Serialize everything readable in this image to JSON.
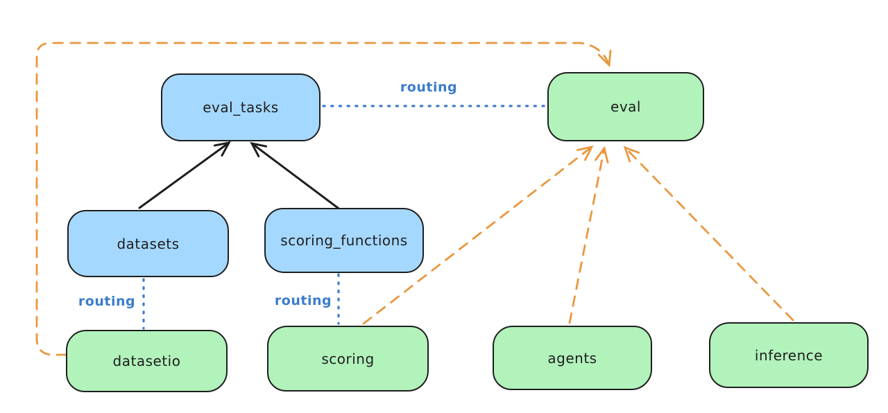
{
  "diagram": {
    "kind": "architecture-diagram",
    "background": "#ffffff",
    "colors": {
      "node_stroke": "#1e1e1e",
      "blue_node_fill": "#a5d8ff",
      "green_node_fill": "#b2f2bb",
      "routing_text": "#3b7ccc",
      "routing_dotted_line": "#3f7bcf",
      "black_arrow": "#1e1e1e",
      "orange_dashed_arrow": "#e9973d"
    },
    "nodes": [
      {
        "id": "eval_tasks",
        "label": "eval_tasks",
        "color": "blue"
      },
      {
        "id": "eval",
        "label": "eval",
        "color": "green"
      },
      {
        "id": "datasets",
        "label": "datasets",
        "color": "blue"
      },
      {
        "id": "scoring_functions",
        "label": "scoring_functions",
        "color": "blue"
      },
      {
        "id": "datasetio",
        "label": "datasetio",
        "color": "green"
      },
      {
        "id": "scoring",
        "label": "scoring",
        "color": "green"
      },
      {
        "id": "agents",
        "label": "agents",
        "color": "green"
      },
      {
        "id": "inference",
        "label": "inference",
        "color": "green"
      }
    ],
    "edges": [
      {
        "from": "datasets",
        "to": "eval_tasks",
        "style": "solid-black-arrow"
      },
      {
        "from": "scoring_functions",
        "to": "eval_tasks",
        "style": "solid-black-arrow"
      },
      {
        "from": "eval_tasks",
        "to": "eval",
        "style": "dotted-blue",
        "label": "routing"
      },
      {
        "from": "datasets",
        "to": "datasetio",
        "style": "dotted-blue",
        "label": "routing"
      },
      {
        "from": "scoring_functions",
        "to": "scoring",
        "style": "dotted-blue",
        "label": "routing"
      },
      {
        "from": "datasetio",
        "to": "eval",
        "style": "dashed-orange-arrow"
      },
      {
        "from": "scoring",
        "to": "eval",
        "style": "dashed-orange-arrow"
      },
      {
        "from": "agents",
        "to": "eval",
        "style": "dashed-orange-arrow"
      },
      {
        "from": "inference",
        "to": "eval",
        "style": "dashed-orange-arrow"
      }
    ],
    "edge_labels": [
      {
        "text": "routing"
      },
      {
        "text": "routing"
      },
      {
        "text": "routing"
      }
    ]
  }
}
